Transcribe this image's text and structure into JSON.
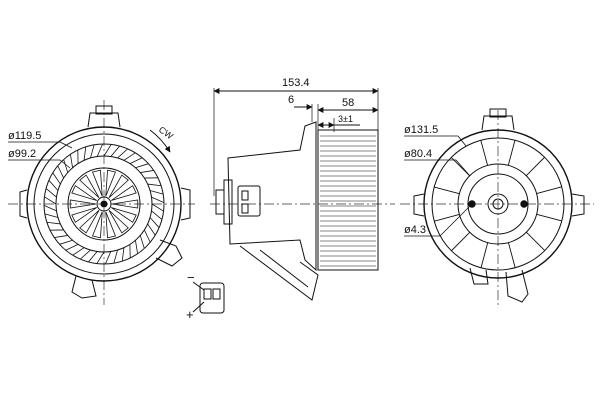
{
  "dimensions": {
    "overall_length": "153.4",
    "offset": "6",
    "wheel_depth": "58",
    "tolerance": "3±1",
    "left_outer_dia": "ø119.5",
    "left_inner_dia": "ø99.2",
    "right_outer_dia": "ø131.5",
    "right_inner_dia": "ø80.4",
    "hole_dia": "ø4.3"
  },
  "rotation_label": "CW",
  "connector": {
    "minus": "−",
    "plus": "+"
  },
  "colors": {
    "line": "#111111",
    "centerline": "#333333",
    "background": "#ffffff"
  }
}
